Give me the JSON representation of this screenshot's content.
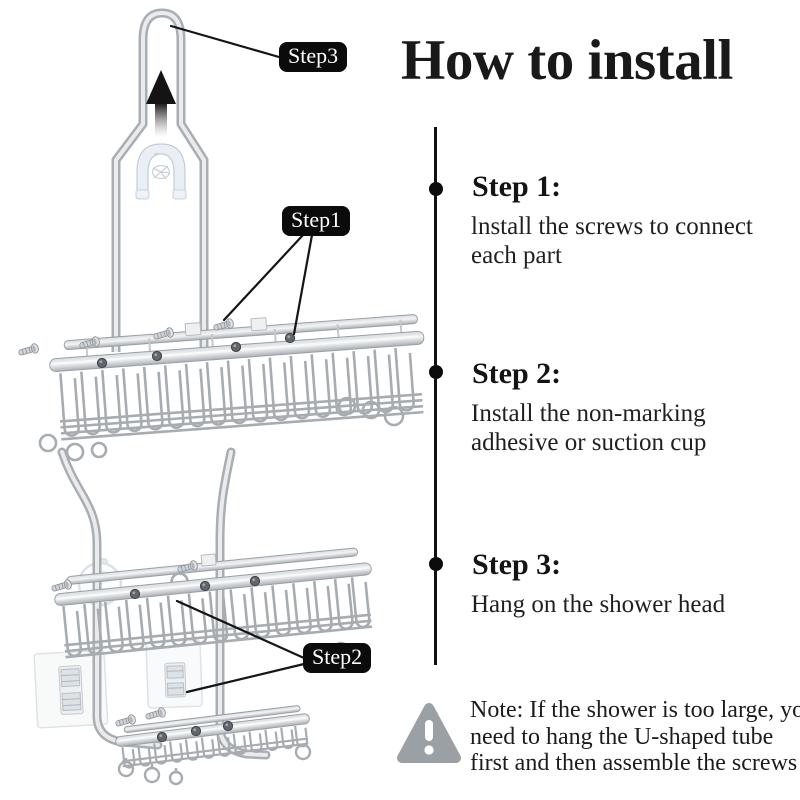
{
  "title": "How to install",
  "pills": {
    "step1": "Step1",
    "step2": "Step2",
    "step3": "Step3"
  },
  "steps": [
    {
      "heading": "Step 1:",
      "lines": [
        "lnstall the screws to connect",
        "each part"
      ]
    },
    {
      "heading": "Step 2:",
      "lines": [
        "Install the non-marking",
        "adhesive or suction cup"
      ]
    },
    {
      "heading": "Step 3:",
      "lines": [
        "Hang on the shower head"
      ]
    }
  ],
  "note": {
    "lines": [
      "Note: If the shower is too large, you",
      "need to hang the U-shaped tube",
      "first and then assemble the screws"
    ]
  },
  "colors": {
    "text": "#1a1a1a",
    "label_bg": "#0b0b0b",
    "metal": "#aab0b5",
    "warning": "#9aa0a4"
  }
}
